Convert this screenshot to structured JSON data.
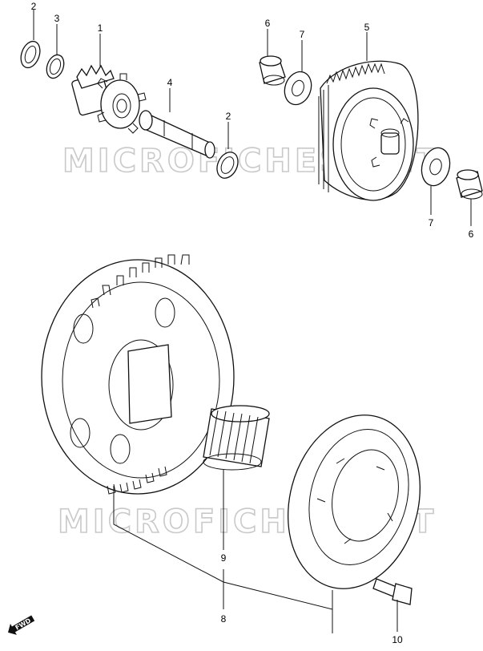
{
  "watermark": {
    "text": "MICROFICHES.NET"
  },
  "parts": [
    {
      "id": "part-2-top",
      "label": "2"
    },
    {
      "id": "part-3",
      "label": "3"
    },
    {
      "id": "part-1",
      "label": "1"
    },
    {
      "id": "part-4",
      "label": "4"
    },
    {
      "id": "part-2-lower",
      "label": "2"
    },
    {
      "id": "part-6-top",
      "label": "6"
    },
    {
      "id": "part-7-top",
      "label": "7"
    },
    {
      "id": "part-5",
      "label": "5"
    },
    {
      "id": "part-7-lower",
      "label": "7"
    },
    {
      "id": "part-6-lower",
      "label": "6"
    },
    {
      "id": "part-9",
      "label": "9"
    },
    {
      "id": "part-8",
      "label": "8"
    },
    {
      "id": "part-10",
      "label": "10"
    }
  ],
  "direction_marker": {
    "text": "FWD",
    "icon": "forward-arrow-icon"
  }
}
